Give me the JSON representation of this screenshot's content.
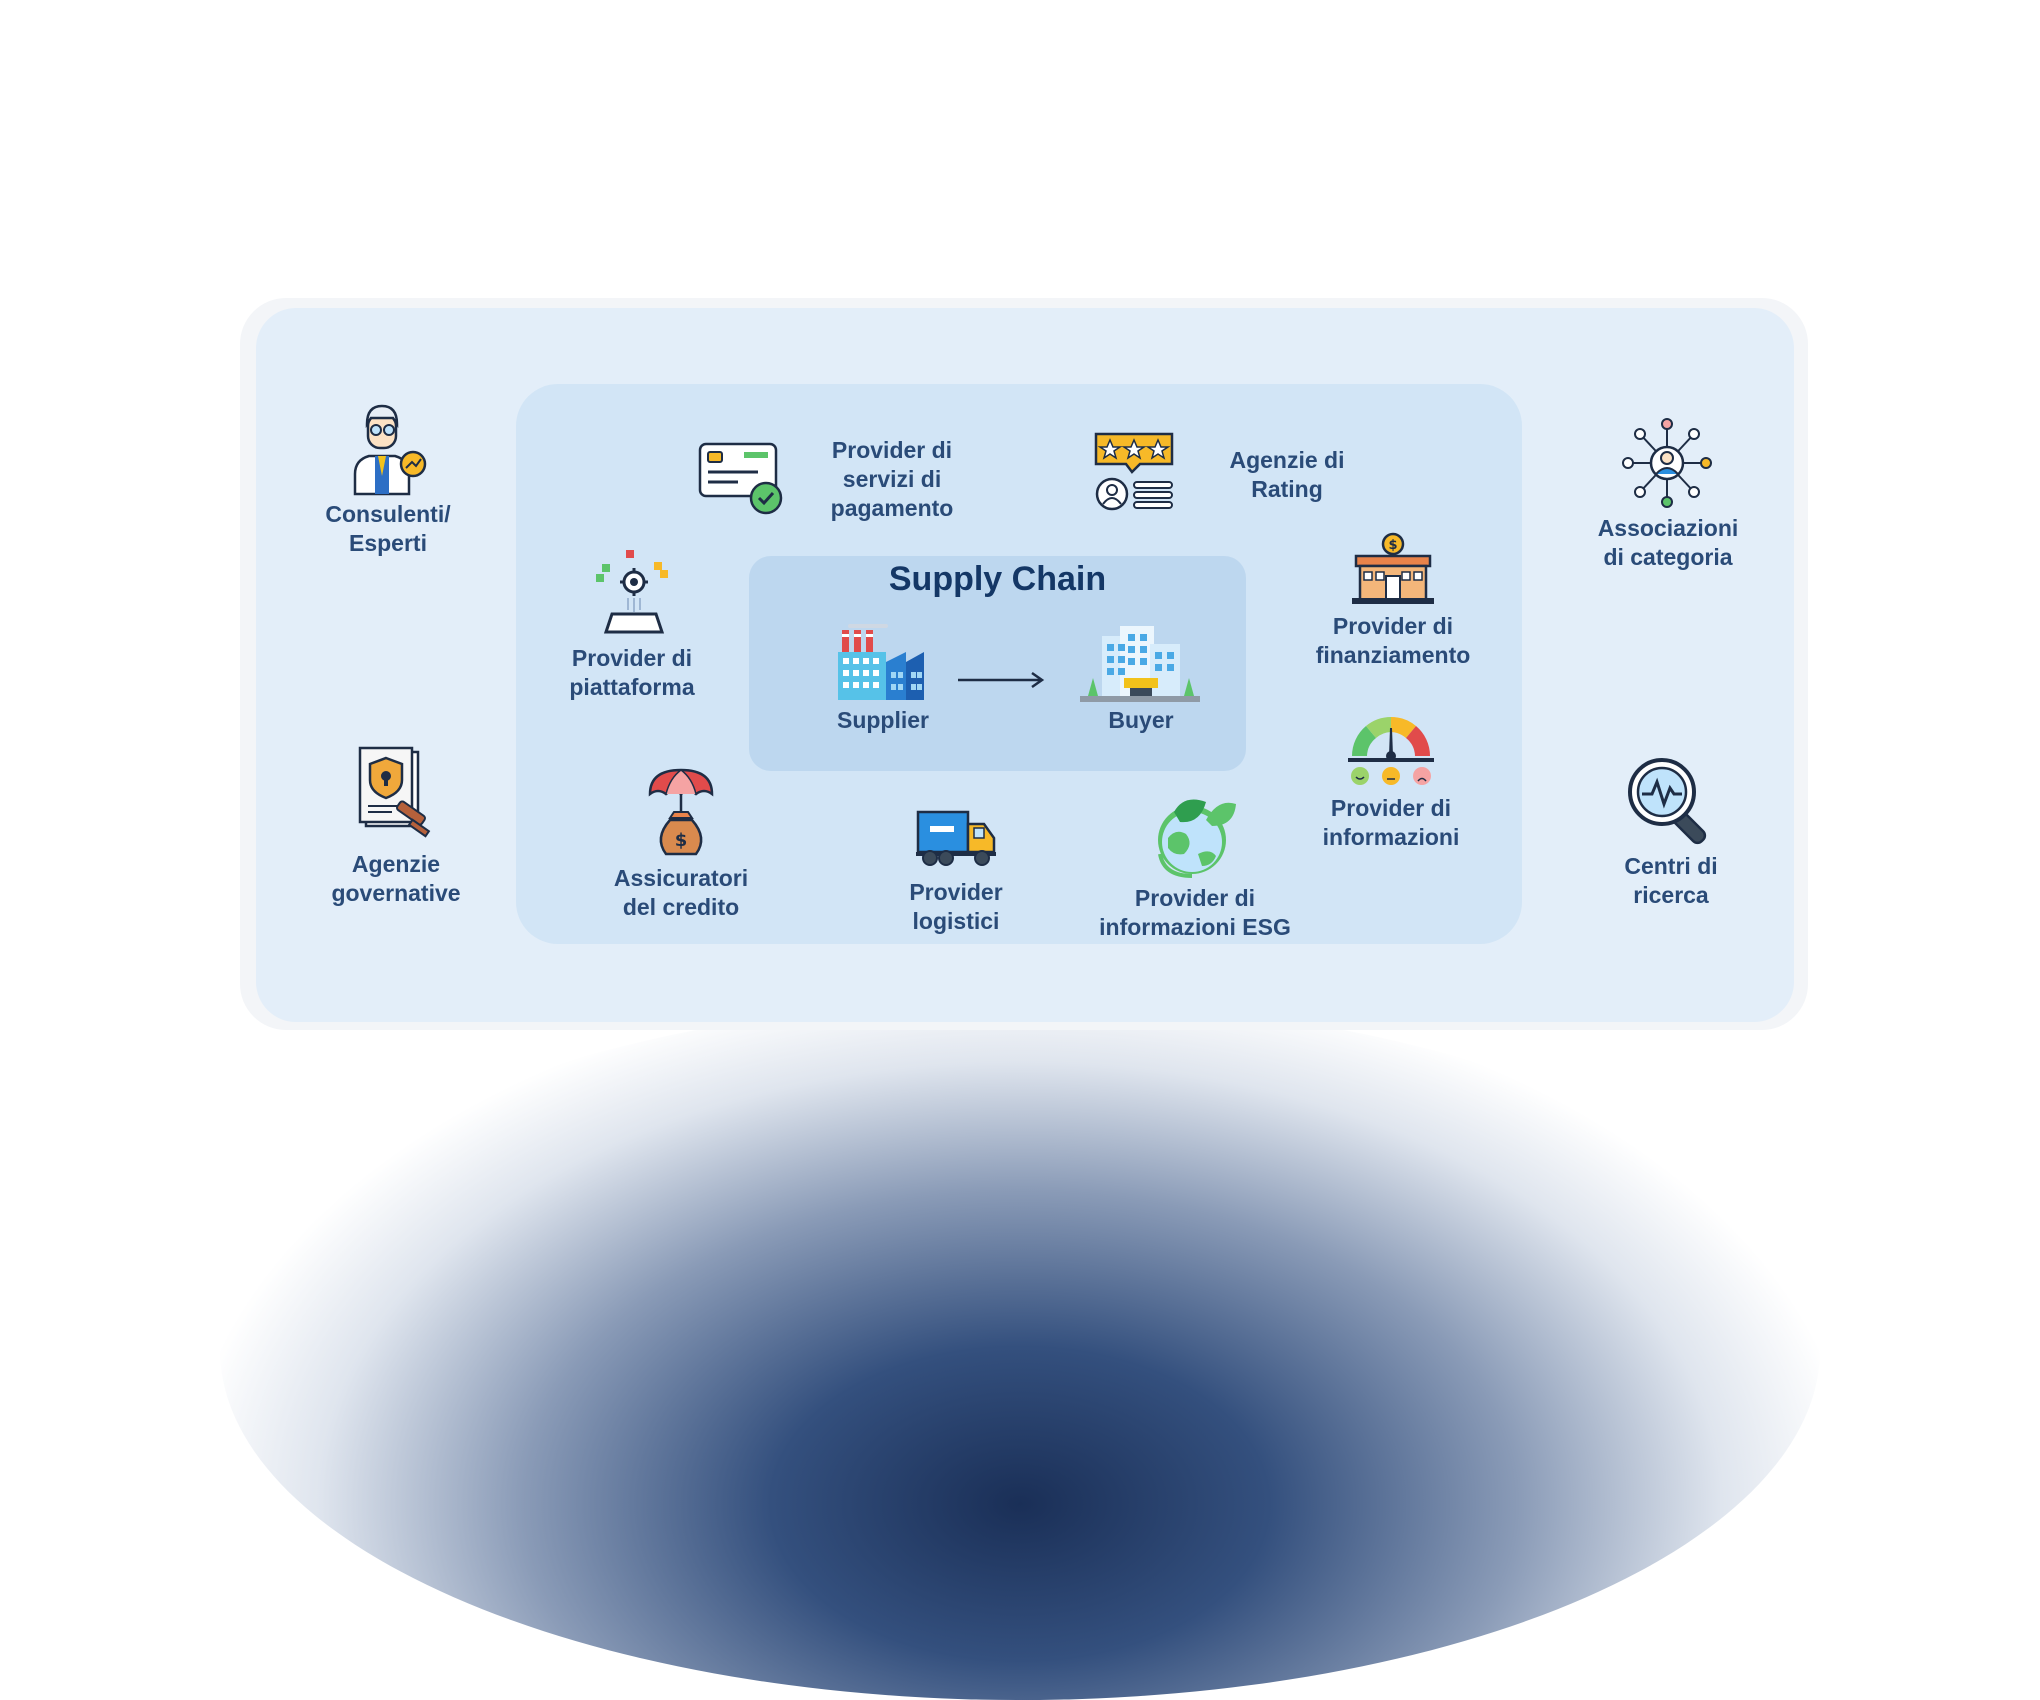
{
  "diagram": {
    "center": {
      "title": "Supply Chain",
      "left": "Supplier",
      "right": "Buyer"
    },
    "actors": {
      "consulenti": [
        "Consulenti/",
        "Esperti"
      ],
      "agenzie_gov": [
        "Agenzie",
        "governative"
      ],
      "pagamento": [
        "Provider di",
        "servizi di",
        "pagamento"
      ],
      "rating": [
        "Agenzie di",
        "Rating"
      ],
      "piattaforma": [
        "Provider di",
        "piattaforma"
      ],
      "finanziamento": [
        "Provider di",
        "finanziamento"
      ],
      "informazioni": [
        "Provider di",
        "informazioni"
      ],
      "assicuratori": [
        "Assicuratori",
        "del credito"
      ],
      "logistici": [
        "Provider",
        "logistici"
      ],
      "esg": [
        "Provider di",
        "informazioni ESG"
      ],
      "associazioni": [
        "Associazioni",
        "di categoria"
      ],
      "ricerca": [
        "Centri di",
        "ricerca"
      ]
    }
  }
}
